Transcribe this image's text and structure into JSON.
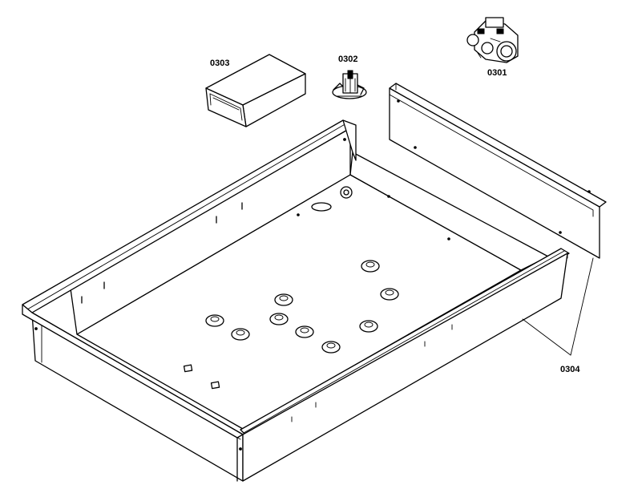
{
  "diagram": {
    "parts": [
      {
        "label": "0301",
        "description": "gas valve regulator"
      },
      {
        "label": "0302",
        "description": "mounting bracket"
      },
      {
        "label": "0303",
        "description": "rectangular housing box"
      },
      {
        "label": "0304",
        "description": "cooktop pan and rear panel"
      }
    ]
  }
}
